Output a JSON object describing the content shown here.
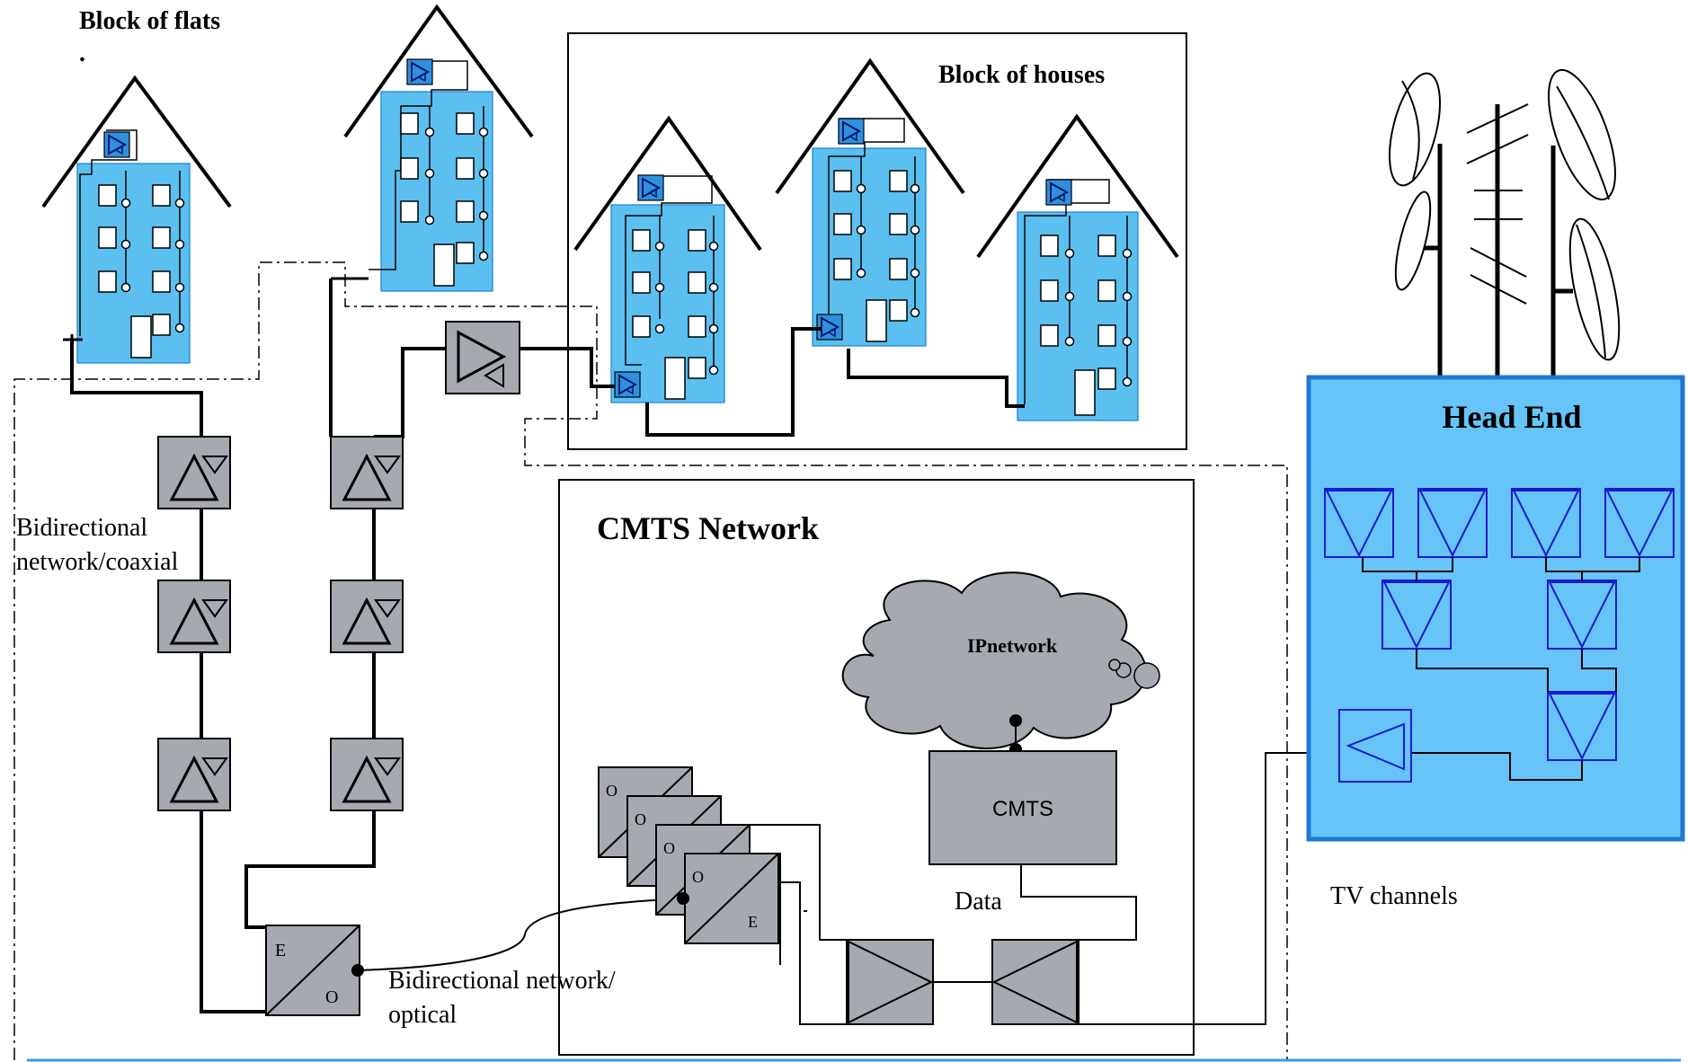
{
  "labels": {
    "block_of_flats": "Block of flats",
    "block_of_flats_dot": ".",
    "block_of_houses": "Block of houses",
    "head_end": "Head End",
    "cmts_network": "CMTS Network",
    "ip_network": "IPnetwork",
    "cmts": "CMTS",
    "data": "Data",
    "tv_channels": "TV channels",
    "coax_line1": "Bidirectional",
    "coax_line2": "network/coaxial",
    "optical_line1": "Bidirectional network/",
    "optical_line2": "optical",
    "converter_e": "E",
    "converter_o": "O"
  },
  "colors": {
    "building_fill": "#5bc0f0",
    "head_end_fill": "#66c4f8",
    "head_end_border": "#1f78d4",
    "device_fill": "#a6a9b0",
    "amp_icon_fill": "#2f8fe0",
    "filter_stroke": "#1a1acc",
    "bottom_rule": "#3b9bf0"
  }
}
